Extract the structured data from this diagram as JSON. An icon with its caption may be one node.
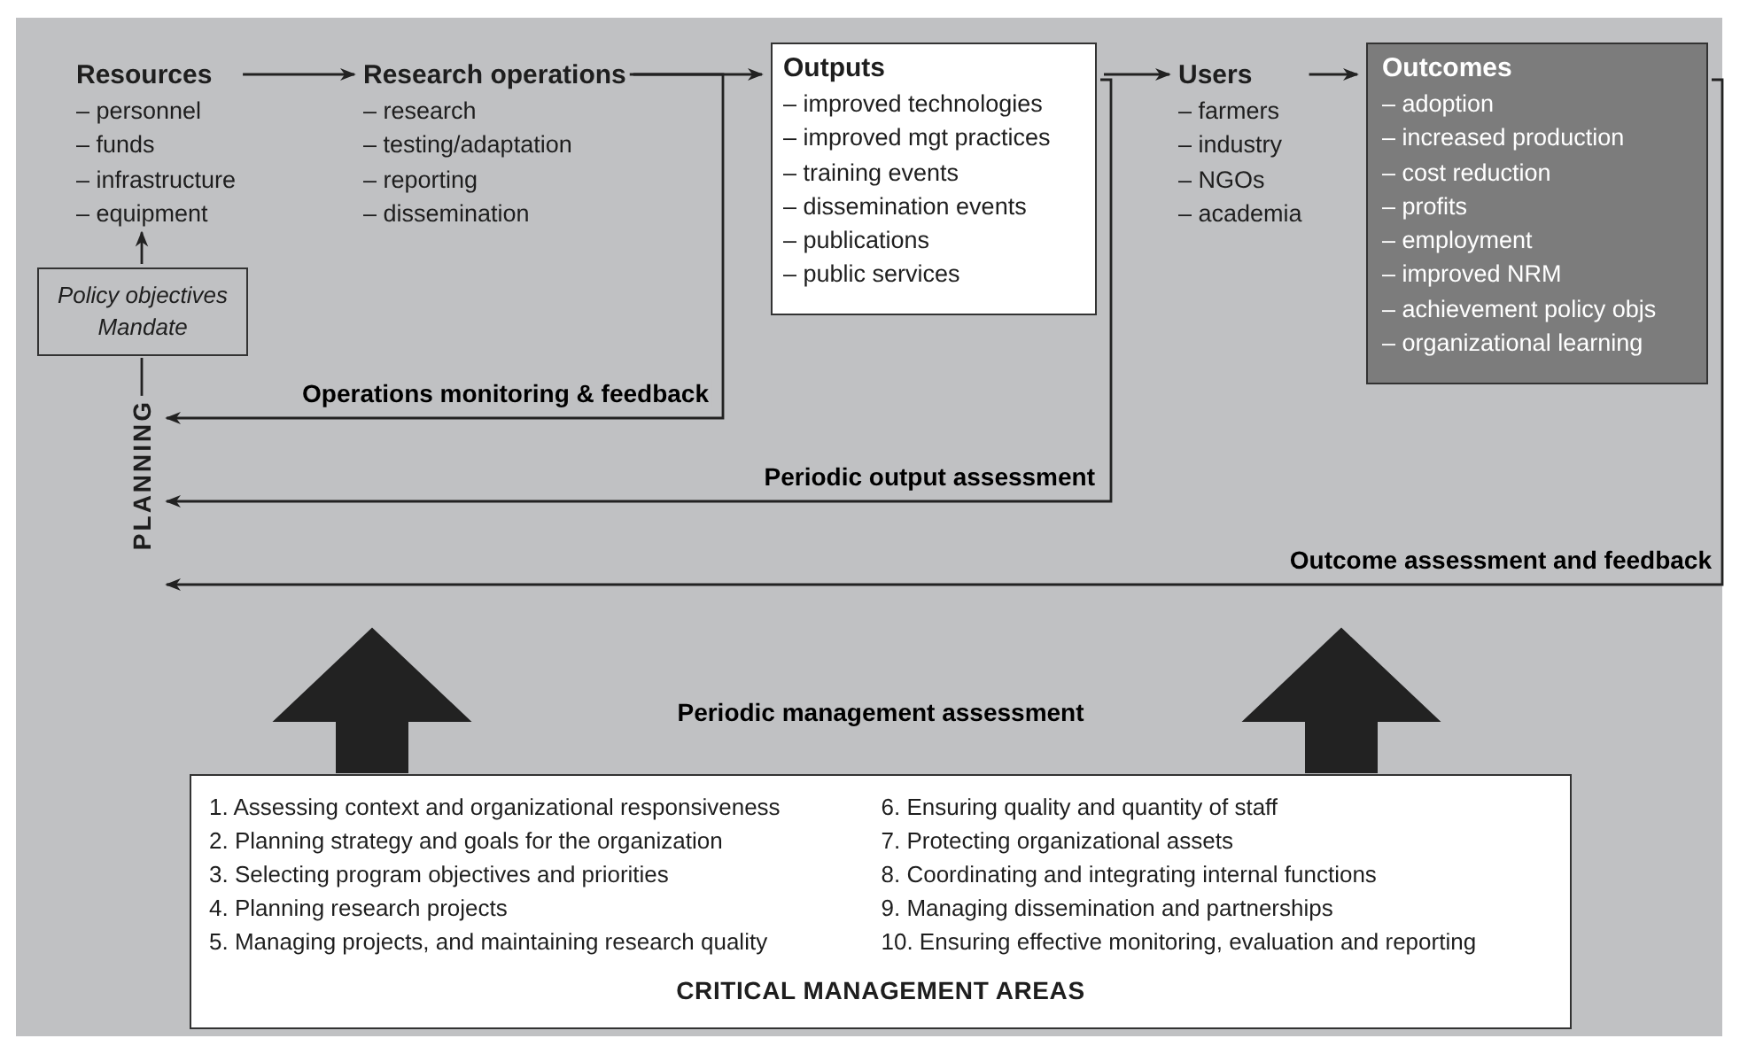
{
  "diagram": {
    "nodes": [
      {
        "text": [
          "Resources",
          "– personnel",
          "– funds",
          "– infrastructure",
          "– equipment"
        ]
      },
      {
        "text": [
          "Research operations",
          "– research",
          "– testing/adaptation",
          "– reporting",
          "– dissemination"
        ]
      },
      {
        "text": [
          "Outputs",
          "– improved technologies",
          "– improved mgt practices",
          "– training events",
          "– dissemination events",
          "– publications",
          "– public services"
        ]
      },
      {
        "text": [
          "Users",
          "– farmers",
          "– industry",
          "– NGOs",
          "– academia"
        ]
      },
      {
        "text": [
          "Outcomes",
          "– adoption",
          "– increased production",
          "– cost reduction",
          "– profits",
          "– employment",
          "– improved NRM",
          "– achievement policy objs",
          "– organizational learning"
        ]
      },
      {
        "text": [
          "Policy objectives",
          "Mandate"
        ]
      },
      {
        "text": [
          "PLANNING"
        ]
      },
      {
        "text": [
          "1. Assessing context and organizational responsiveness",
          "2. Planning strategy and goals for the organization",
          "3. Selecting program objectives and priorities",
          "4. Planning research projects",
          "5. Managing projects, and maintaining research quality",
          "6. Ensuring quality and quantity of staff",
          "7. Protecting organizational assets",
          "8. Coordinating and integrating internal functions",
          "9. Managing dissemination and partnerships",
          "10. Ensuring effective monitoring, evaluation and reporting",
          "CRITICAL MANAGEMENT AREAS"
        ]
      }
    ],
    "edges": [
      {
        "from": 0,
        "to": 1,
        "arrow": "to"
      },
      {
        "from": 1,
        "to": 2,
        "arrow": "to"
      },
      {
        "from": 2,
        "to": 3,
        "arrow": "to"
      },
      {
        "from": 3,
        "to": 4,
        "arrow": "to"
      },
      {
        "from": 5,
        "to": 0,
        "arrow": "to"
      },
      {
        "from": 6,
        "to": 5,
        "arrow": "none"
      },
      {
        "from": 1,
        "to": 6,
        "arrow": "to",
        "label": "Operations monitoring & feedback"
      },
      {
        "from": 2,
        "to": 6,
        "arrow": "to",
        "label": "Periodic output assessment"
      },
      {
        "from": 4,
        "to": 6,
        "arrow": "to",
        "label": "Outcome assessment and feedback"
      },
      {
        "from": 7,
        "to": null,
        "arrow": "to",
        "style": "thick"
      },
      {
        "from": 7,
        "to": null,
        "arrow": "to",
        "style": "thick"
      }
    ],
    "labels": [
      "Periodic management assessment"
    ]
  }
}
